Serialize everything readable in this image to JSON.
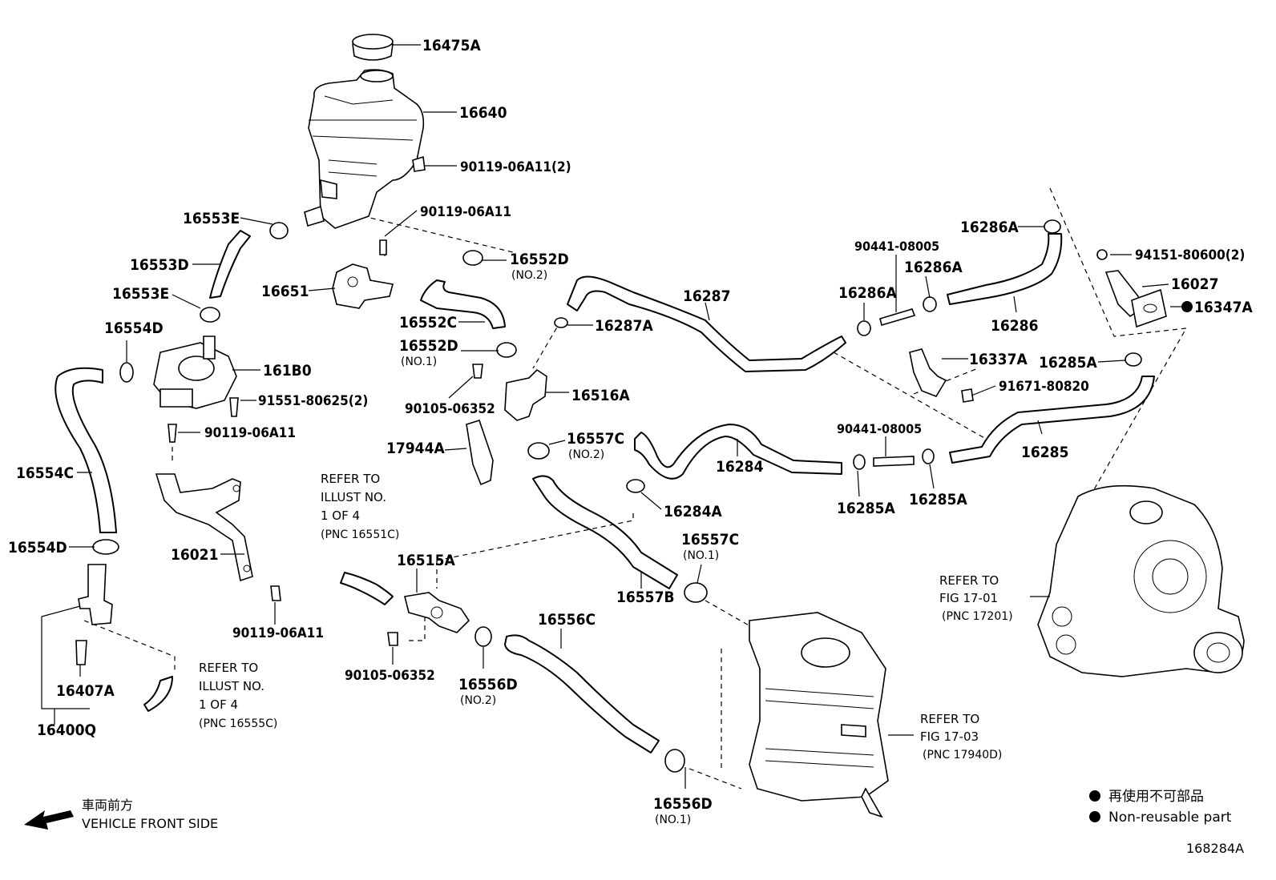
{
  "labels": {
    "cap": "16475A",
    "tank": "16640",
    "bolt_tank": "90119-06A11(2)",
    "clamp_e_top": "16553E",
    "bolt_bracket_top": "90119-06A11",
    "hose_d": "16553D",
    "bracket_16651": "16651",
    "clamp_e_lower": "16553E",
    "clamp_554d_top": "16554D",
    "pump": "161B0",
    "bolt_pump": "91551-80625(2)",
    "bolt_pump_bracket": "90119-06A11",
    "hose_554c": "16554C",
    "clamp_554d_lower": "16554D",
    "bracket_16021": "16021",
    "bolt_16021": "90119-06A11",
    "valve_16407a": "16407A",
    "assy_16400q": "16400Q",
    "clamp_552d_no2": "16552D",
    "clamp_552d_no2_sub": "(NO.2)",
    "hose_552c": "16552C",
    "clamp_552d_no1": "16552D",
    "clamp_552d_no1_sub": "(NO.1)",
    "bolt_90105_top": "90105-06352",
    "clamp_16287a": "16287A",
    "joint_16516a": "16516A",
    "hose_16287": "16287",
    "protector_17944a": "17944A",
    "clamp_557c_no2": "16557C",
    "clamp_557c_no2_sub": "(NO.2)",
    "hose_16284": "16284",
    "clamp_16284a": "16284A",
    "clamp_557c_no1": "16557C",
    "clamp_557c_no1_sub": "(NO.1)",
    "hose_557b": "16557B",
    "joint_515a": "16515A",
    "bolt_90105_lower": "90105-06352",
    "clamp_556d_no2": "16556D",
    "clamp_556d_no2_sub": "(NO.2)",
    "hose_556c": "16556C",
    "clamp_556d_no1": "16556D",
    "clamp_556d_no1_sub": "(NO.1)",
    "bolt_90441_top": "90441-08005",
    "clamp_16286a_mid": "16286A",
    "clamp_16286a_left": "16286A",
    "clamp_16286a_top": "16286A",
    "hose_16286": "16286",
    "sensor_16337a": "16337A",
    "bolt_91671": "91671-80820",
    "bolt_94151": "94151-80600(2)",
    "pipe_16027": "16027",
    "gasket_16347a": "16347A",
    "clamp_16285a_right": "16285A",
    "hose_16285": "16285",
    "bolt_90441_lower": "90441-08005",
    "clamp_16285a_left": "16285A",
    "clamp_16285a_mid": "16285A"
  },
  "refs": {
    "illust_551c": [
      "REFER TO",
      "ILLUST NO.",
      "1 OF 4",
      "(PNC 16551C)"
    ],
    "illust_555c": [
      "REFER TO",
      "ILLUST NO.",
      "1 OF 4",
      "(PNC 16555C)"
    ],
    "fig_17_01": [
      "REFER TO",
      "FIG 17-01",
      "(PNC 17201)"
    ],
    "fig_17_03": [
      "REFER TO",
      "FIG 17-03",
      "(PNC 17940D)"
    ]
  },
  "legend": {
    "non_reusable_jp": "再使用不可部品",
    "non_reusable_en": "Non-reusable part"
  },
  "direction": {
    "jp": "車両前方",
    "en": "VEHICLE FRONT SIDE"
  },
  "figure_id": "168284A"
}
